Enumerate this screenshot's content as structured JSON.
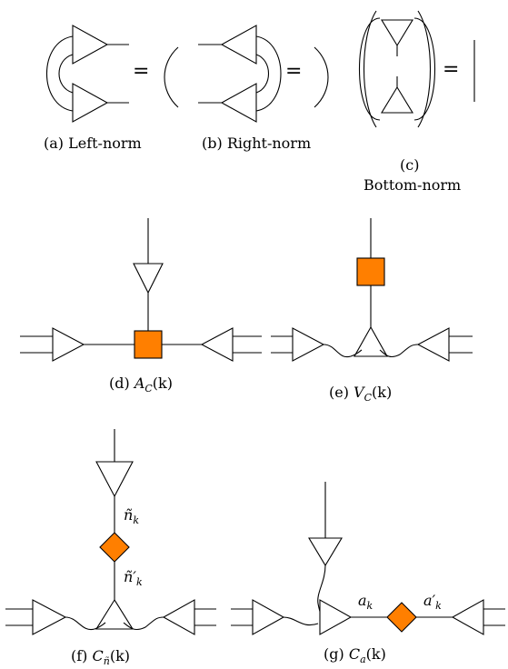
{
  "panels": {
    "a": {
      "caption": "(a) Left-norm"
    },
    "b": {
      "caption": "(b) Right-norm"
    },
    "c": {
      "caption_line1": "(c)",
      "caption_line2": "Bottom-norm"
    },
    "d": {
      "prefix": "(d) ",
      "symbol": "A",
      "sub": "C",
      "arg": "(k)"
    },
    "e": {
      "prefix": "(e) ",
      "symbol": "V",
      "sub": "C",
      "arg": "(k)"
    },
    "f": {
      "prefix": "(f) ",
      "symbol": "C",
      "sub": "ñ",
      "arg": "(k)",
      "label_top": "ñ",
      "label_top_sub": "k",
      "label_bottom": "ñ′",
      "label_bottom_sub": "k"
    },
    "g": {
      "prefix": "(g) ",
      "symbol": "C",
      "sub": "a",
      "arg": "(k)",
      "label_left": "a",
      "label_left_sub": "k",
      "label_right": "a′",
      "label_right_sub": "k"
    }
  },
  "equals_sign": "=",
  "colors": {
    "tensor_fill": "#ff7f00",
    "line": "#000000",
    "background": "#ffffff"
  }
}
